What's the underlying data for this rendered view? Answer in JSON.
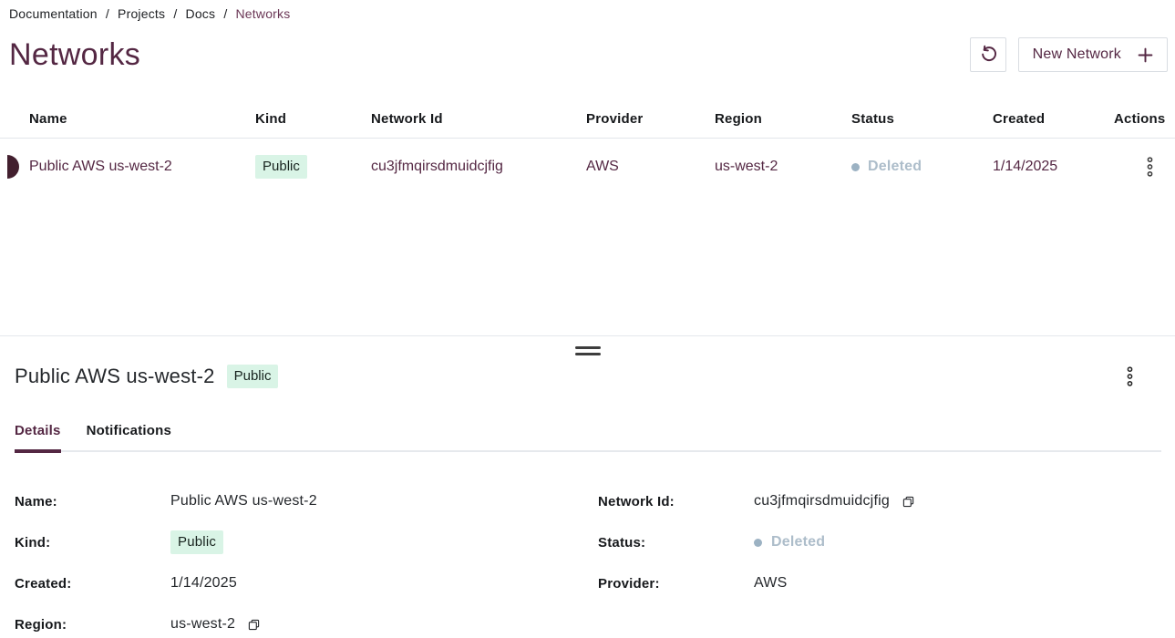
{
  "breadcrumb": {
    "items": [
      "Documentation",
      "Projects",
      "Docs"
    ],
    "separator": "/",
    "current": "Networks"
  },
  "header": {
    "title": "Networks",
    "new_network_label": "New Network"
  },
  "table": {
    "columns": [
      "Name",
      "Kind",
      "Network Id",
      "Provider",
      "Region",
      "Status",
      "Created",
      "Actions"
    ],
    "rows": [
      {
        "name": "Public AWS us-west-2",
        "kind": "Public",
        "network_id": "cu3jfmqirsdmuidcjfig",
        "provider": "AWS",
        "region": "us-west-2",
        "status": "Deleted",
        "created": "1/14/2025"
      }
    ]
  },
  "drawer": {
    "title": "Public AWS us-west-2",
    "badge": "Public",
    "tabs": [
      {
        "label": "Details",
        "active": true
      },
      {
        "label": "Notifications",
        "active": false
      }
    ],
    "fields": {
      "name_label": "Name:",
      "name_value": "Public AWS us-west-2",
      "kind_label": "Kind:",
      "kind_value": "Public",
      "created_label": "Created:",
      "created_value": "1/14/2025",
      "region_label": "Region:",
      "region_value": "us-west-2",
      "network_id_label": "Network Id:",
      "network_id_value": "cu3jfmqirsdmuidcjfig",
      "status_label": "Status:",
      "status_value": "Deleted",
      "provider_label": "Provider:",
      "provider_value": "AWS"
    }
  },
  "icons": {
    "refresh": "rotate-ccw arrow",
    "plus": "plus sign",
    "kebab": "three vertical hollow dots",
    "copy": "overlapping squares",
    "drag_handle": "two horizontal bars",
    "status_dot": "filled circle"
  },
  "colors": {
    "accent_maroon": "#542743",
    "row_indicator": "#421f2e",
    "badge_bg": "#d9f4e6",
    "badge_text": "#18241f",
    "status_muted": "#adbdca",
    "divider": "#e2e6ea",
    "text_dark": "#25282c"
  }
}
